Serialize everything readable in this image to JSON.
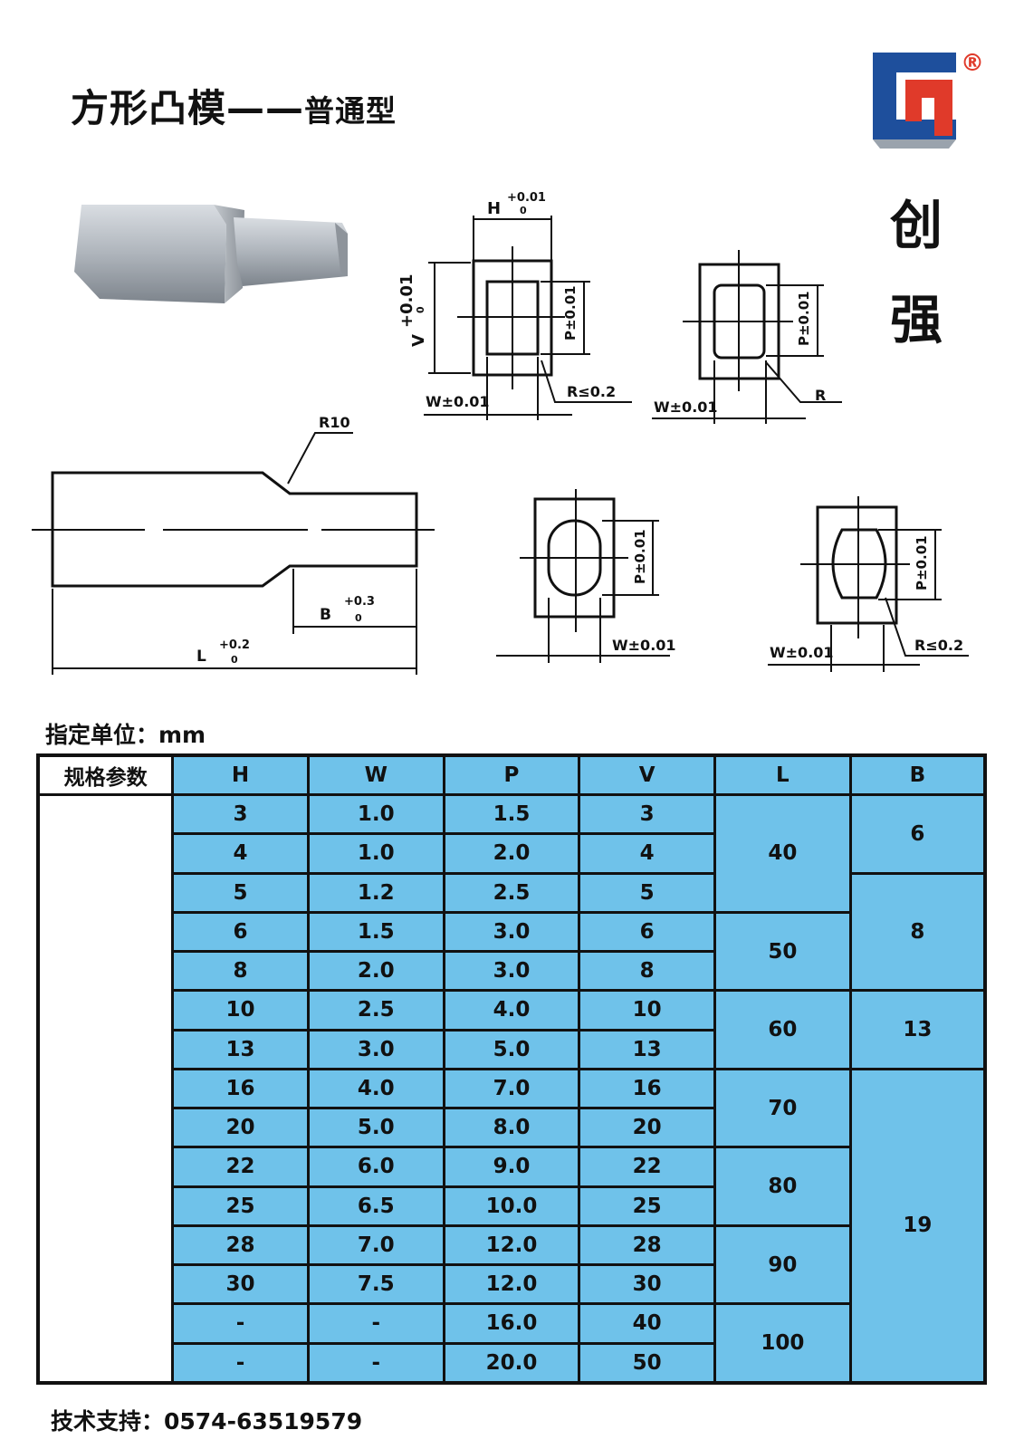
{
  "header": {
    "title": "方形凸模",
    "dash": "——",
    "subtitle": "普通型"
  },
  "brand": {
    "registered_mark": "®",
    "char1": "创",
    "char2": "强",
    "logo_colors": {
      "blue": "#1e4f9c",
      "red": "#e03a2a",
      "gray": "#9aa3ad"
    }
  },
  "drawings": {
    "fig1": {
      "H_label": "H",
      "H_tol_upper": "+0.01",
      "H_tol_lower": "0",
      "V_label": "V",
      "V_tol_upper": "+0.01",
      "V_tol_lower": "0",
      "P_label": "P±0.01",
      "W_label": "W±0.01",
      "R_label": "R≤0.2"
    },
    "fig2": {
      "P_label": "P±0.01",
      "W_label": "W±0.01",
      "R_label": "R"
    },
    "side": {
      "R_label": "R10",
      "B_label": "B",
      "B_tol_upper": "+0.3",
      "B_tol_lower": "0",
      "L_label": "L",
      "L_tol_upper": "+0.2",
      "L_tol_lower": "0"
    },
    "fig3": {
      "P_label": "P±0.01",
      "W_label": "W±0.01"
    },
    "fig4": {
      "P_label": "P±0.01",
      "W_label": "W±0.01",
      "R_label": "R≤0.2"
    }
  },
  "unit_label": "指定单位：mm",
  "table": {
    "corner": "规格参数",
    "headers": [
      "H",
      "W",
      "P",
      "V",
      "L",
      "B"
    ],
    "rows": [
      [
        "3",
        "1.0",
        "1.5",
        "3"
      ],
      [
        "4",
        "1.0",
        "2.0",
        "4"
      ],
      [
        "5",
        "1.2",
        "2.5",
        "5"
      ],
      [
        "6",
        "1.5",
        "3.0",
        "6"
      ],
      [
        "8",
        "2.0",
        "3.0",
        "8"
      ],
      [
        "10",
        "2.5",
        "4.0",
        "10"
      ],
      [
        "13",
        "3.0",
        "5.0",
        "13"
      ],
      [
        "16",
        "4.0",
        "7.0",
        "16"
      ],
      [
        "20",
        "5.0",
        "8.0",
        "20"
      ],
      [
        "22",
        "6.0",
        "9.0",
        "22"
      ],
      [
        "25",
        "6.5",
        "10.0",
        "25"
      ],
      [
        "28",
        "7.0",
        "12.0",
        "28"
      ],
      [
        "30",
        "7.5",
        "12.0",
        "30"
      ],
      [
        "-",
        "-",
        "16.0",
        "40"
      ],
      [
        "-",
        "-",
        "20.0",
        "50"
      ]
    ],
    "L_groups": [
      {
        "value": "40",
        "rows": 3
      },
      {
        "value": "50",
        "rows": 2
      },
      {
        "value": "60",
        "rows": 2
      },
      {
        "value": "70",
        "rows": 2
      },
      {
        "value": "80",
        "rows": 2
      },
      {
        "value": "90",
        "rows": 2
      },
      {
        "value": "100",
        "rows": 2
      }
    ],
    "B_groups": [
      {
        "value": "6",
        "rows": 2
      },
      {
        "value": "8",
        "rows": 3
      },
      {
        "value": "13",
        "rows": 2
      },
      {
        "value": "19",
        "rows": 8
      }
    ]
  },
  "footer": "技术支持：0574-63519579"
}
